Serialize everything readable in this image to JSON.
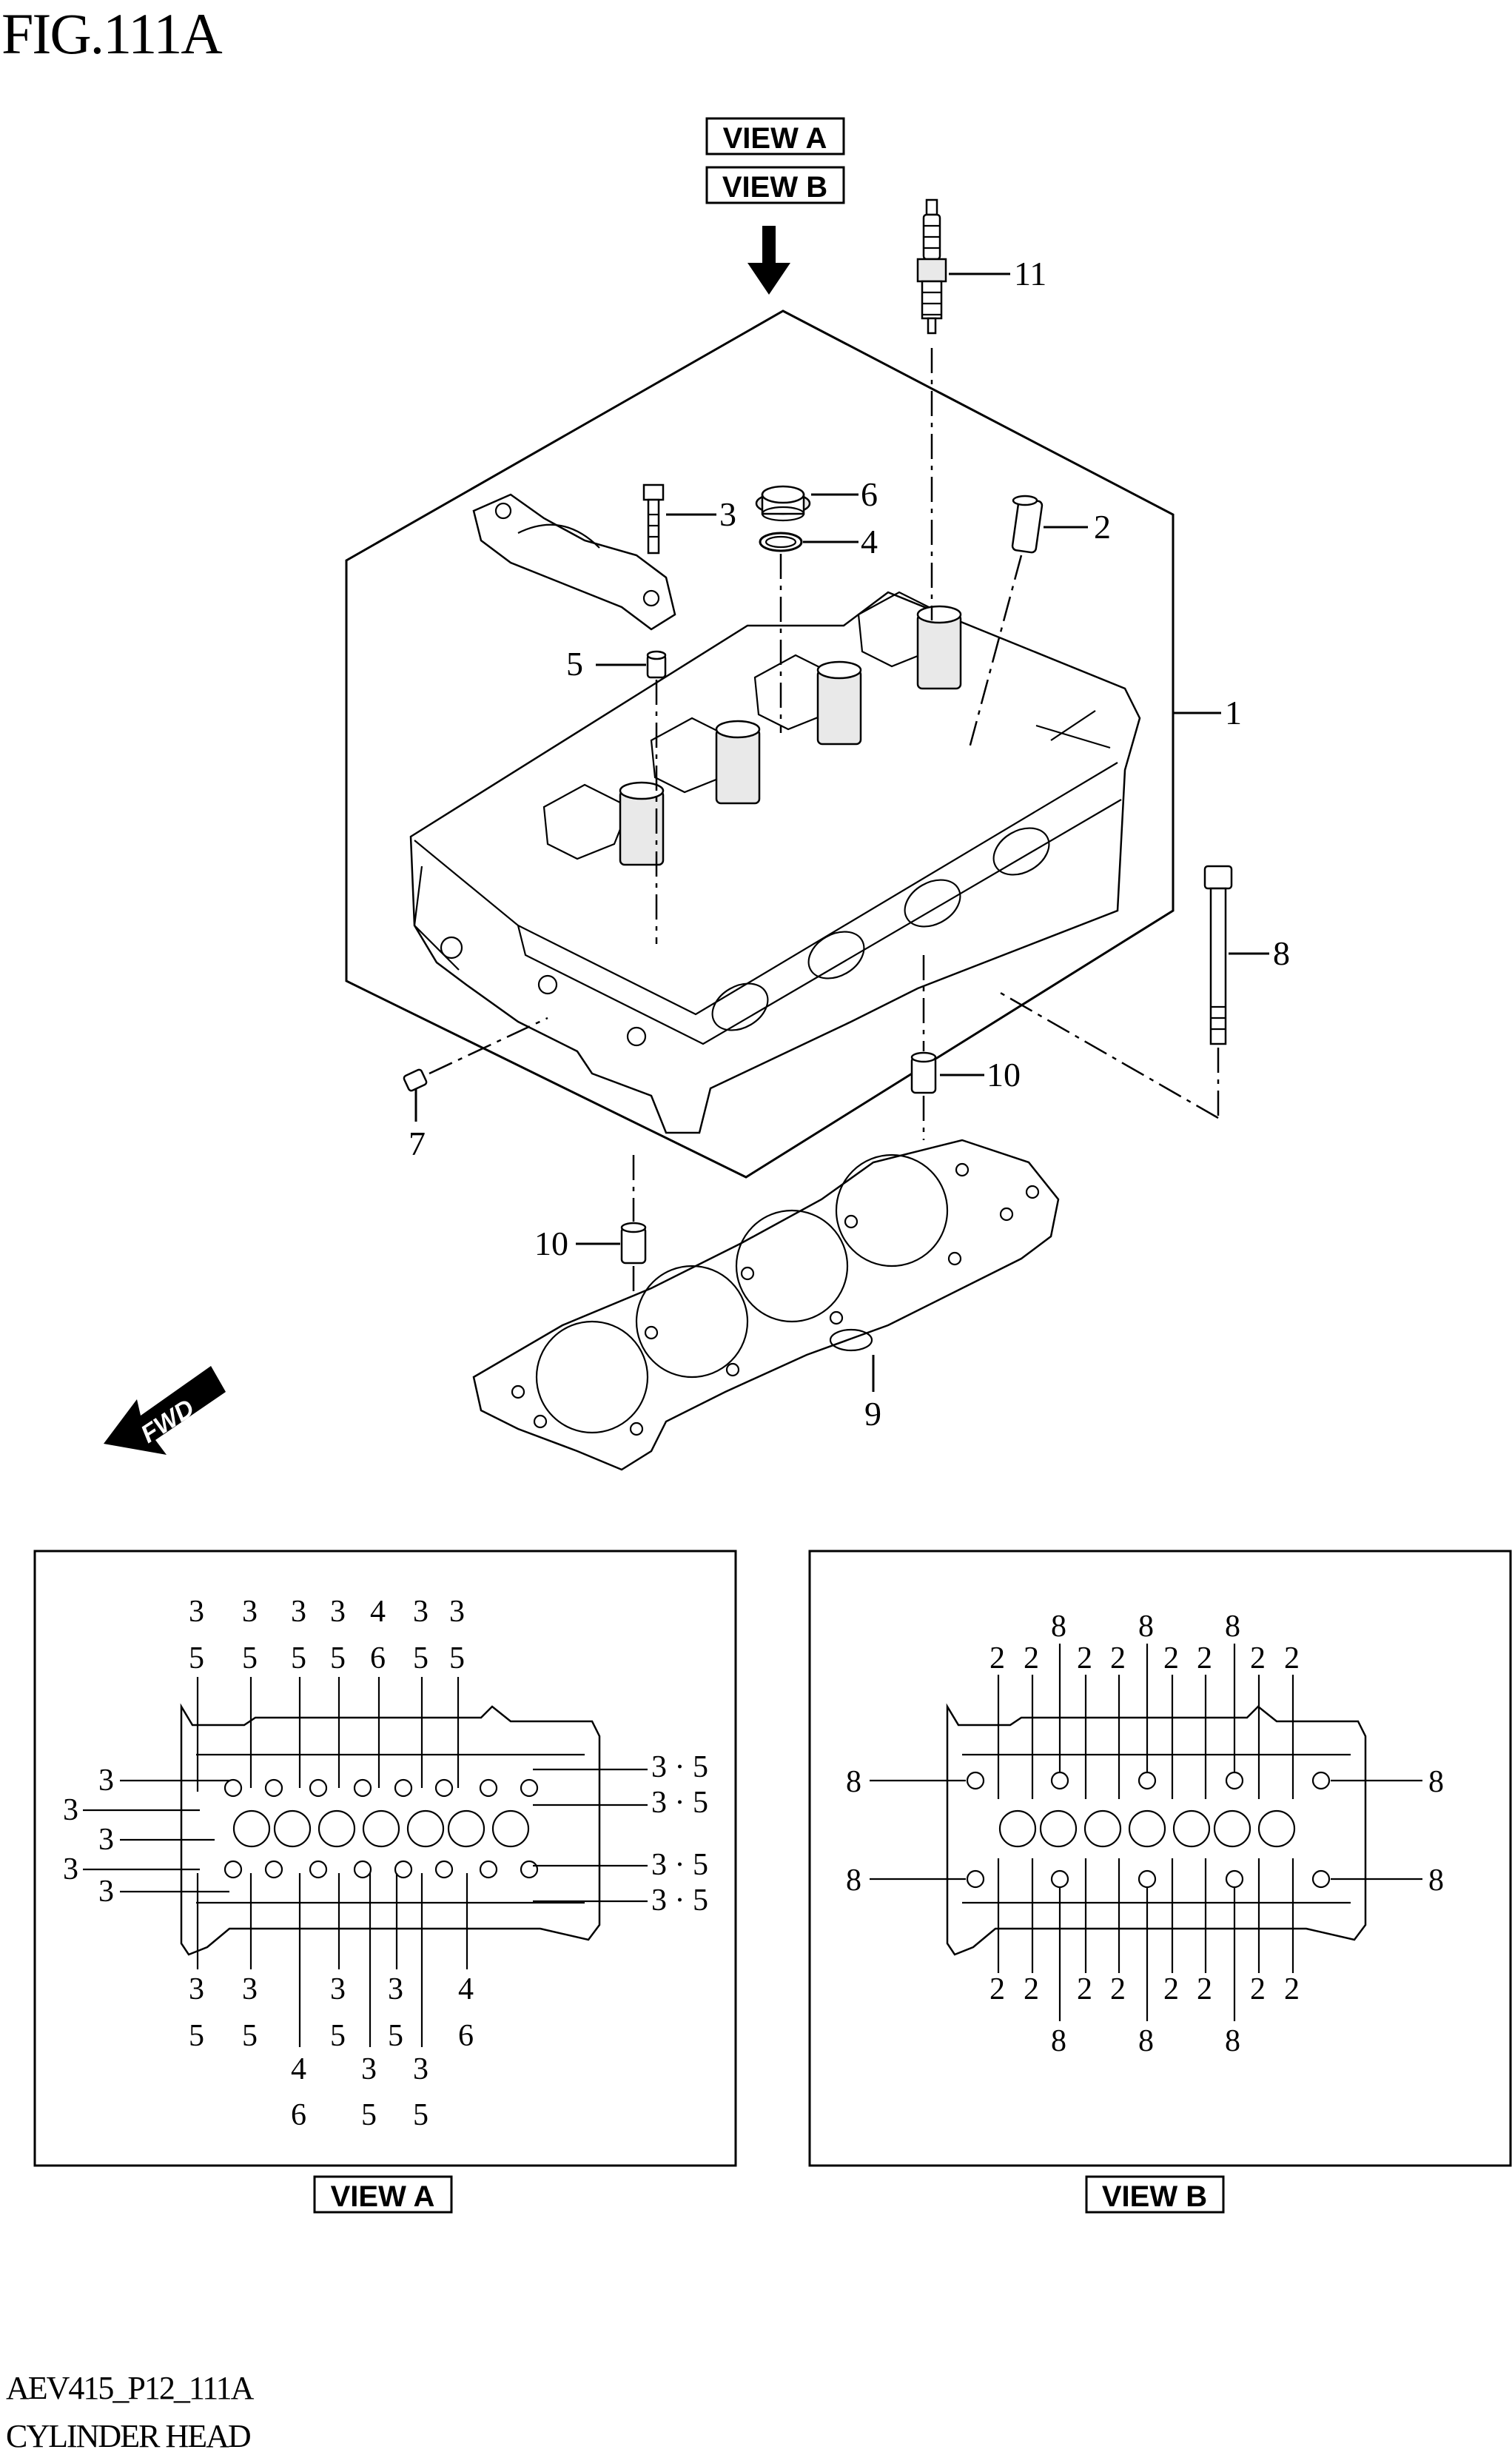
{
  "figure": {
    "title": "FIG.111A",
    "code": "AEV415_P12_111A",
    "name": "CYLINDER HEAD"
  },
  "view_tags": {
    "top_a": "VIEW A",
    "top_b": "VIEW B",
    "panel_a": "VIEW A",
    "panel_b": "VIEW B"
  },
  "fwd_label": "FWD",
  "callouts": {
    "p1": "1",
    "p2": "2",
    "p3": "3",
    "p4": "4",
    "p5": "5",
    "p6": "6",
    "p7": "7",
    "p8": "8",
    "p9": "9",
    "p10a": "10",
    "p10b": "10",
    "p11": "11"
  },
  "view_a": {
    "top_stacks": [
      [
        "3",
        "5"
      ],
      [
        "3",
        "5"
      ],
      [
        "3",
        "5"
      ],
      [
        "3",
        "5"
      ],
      [
        "4",
        "6"
      ],
      [
        "3",
        "5"
      ],
      [
        "3",
        "5"
      ]
    ],
    "left": [
      "3",
      "3",
      "3",
      "3",
      "3"
    ],
    "right": [
      "3 · 5",
      "3 · 5",
      "3 · 5",
      "3 · 5"
    ],
    "bottom_row1": [
      [
        "3",
        "5"
      ],
      [
        "3",
        "5"
      ],
      [
        "3",
        "5"
      ],
      [
        "3",
        "5"
      ],
      [
        "4",
        "6"
      ]
    ],
    "bottom_row2": [
      [
        "4",
        "6"
      ],
      [
        "3",
        "5"
      ],
      [
        "3",
        "5"
      ]
    ]
  },
  "view_b": {
    "top_eights": [
      "8",
      "8",
      "8"
    ],
    "top_twos": [
      "2",
      "2",
      "2",
      "2",
      "2",
      "2",
      "2",
      "2"
    ],
    "bottom_twos": [
      "2",
      "2",
      "2",
      "2",
      "2",
      "2",
      "2",
      "2"
    ],
    "bottom_eights": [
      "8",
      "8",
      "8"
    ],
    "side": [
      "8",
      "8",
      "8",
      "8"
    ]
  }
}
